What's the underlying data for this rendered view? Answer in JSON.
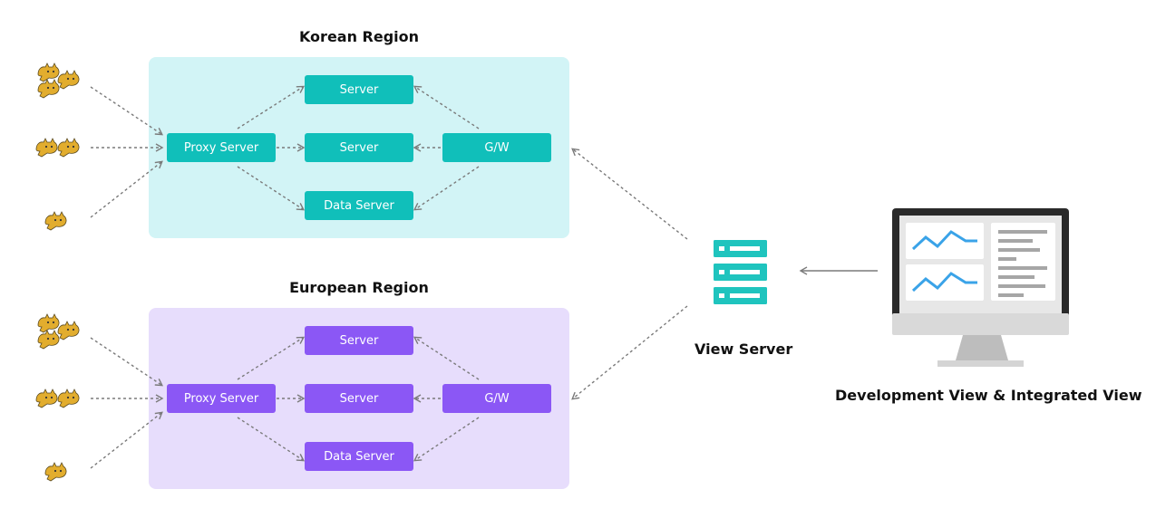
{
  "colors": {
    "korean_panel": "#d2f4f6",
    "korean_node": "#10bfba",
    "european_panel": "#e7ddfc",
    "european_node": "#8b57f5",
    "arrow": "#7a7a7a",
    "view_server_icon": "#1fc4be",
    "chart_line": "#3aa3e8",
    "monitor_frame": "#2a2a2a",
    "monitor_bezel": "#cccccc"
  },
  "regions": [
    {
      "title": "Korean Region",
      "proxy_label": "Proxy Server",
      "server_top_label": "Server",
      "server_mid_label": "Server",
      "data_server_label": "Data Server",
      "gateway_label": "G/W"
    },
    {
      "title": "European Region",
      "proxy_label": "Proxy Server",
      "server_top_label": "Server",
      "server_mid_label": "Server",
      "data_server_label": "Data Server",
      "gateway_label": "G/W"
    }
  ],
  "view_server": {
    "label": "View Server",
    "icon": "server-stack-icon"
  },
  "monitor": {
    "label": "Development View & Integrated View",
    "icon": "monitor-dashboard-icon"
  },
  "agents": {
    "icon": "tomcat-cat-icon"
  }
}
